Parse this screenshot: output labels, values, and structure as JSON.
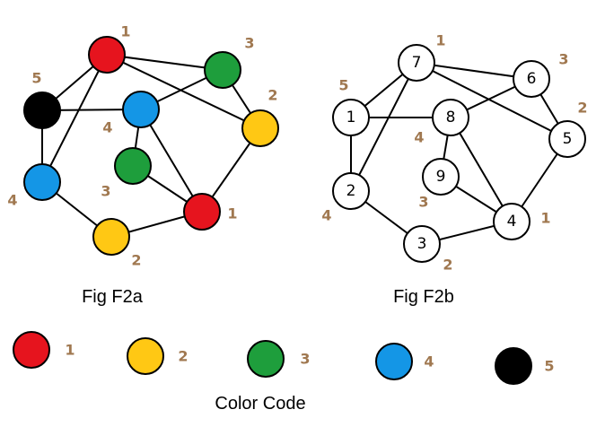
{
  "label_color": "#a07850",
  "palette": {
    "1": "#e6141e",
    "2": "#ffc814",
    "3": "#1e9e3c",
    "4": "#1496e6",
    "5": "#000000"
  },
  "fig_a": {
    "caption": "Fig F2a",
    "nodes": [
      {
        "id": "7",
        "color": "1",
        "label": "1"
      },
      {
        "id": "6",
        "color": "3",
        "label": "3"
      },
      {
        "id": "1",
        "color": "5",
        "label": "5"
      },
      {
        "id": "8",
        "color": "4",
        "label": "4"
      },
      {
        "id": "5",
        "color": "2",
        "label": "2"
      },
      {
        "id": "9",
        "color": "3",
        "label": "3"
      },
      {
        "id": "2",
        "color": "4",
        "label": "4"
      },
      {
        "id": "4",
        "color": "1",
        "label": "1"
      },
      {
        "id": "3",
        "color": "2",
        "label": "2"
      }
    ]
  },
  "fig_b": {
    "caption": "Fig F2b",
    "nodes": [
      {
        "id": "7",
        "label": "1"
      },
      {
        "id": "6",
        "label": "3"
      },
      {
        "id": "1",
        "label": "5"
      },
      {
        "id": "8",
        "label": "4"
      },
      {
        "id": "5",
        "label": "2"
      },
      {
        "id": "9",
        "label": "3"
      },
      {
        "id": "2",
        "label": "4"
      },
      {
        "id": "4",
        "label": "1"
      },
      {
        "id": "3",
        "label": "2"
      }
    ]
  },
  "edges": [
    [
      "1",
      "7"
    ],
    [
      "1",
      "8"
    ],
    [
      "1",
      "2"
    ],
    [
      "7",
      "6"
    ],
    [
      "7",
      "2"
    ],
    [
      "7",
      "5"
    ],
    [
      "6",
      "8"
    ],
    [
      "6",
      "5"
    ],
    [
      "8",
      "9"
    ],
    [
      "8",
      "4"
    ],
    [
      "9",
      "4"
    ],
    [
      "5",
      "4"
    ],
    [
      "2",
      "3"
    ],
    [
      "3",
      "4"
    ]
  ],
  "legend": {
    "title": "Color Code",
    "items": [
      {
        "color": "1",
        "label": "1"
      },
      {
        "color": "2",
        "label": "2"
      },
      {
        "color": "3",
        "label": "3"
      },
      {
        "color": "4",
        "label": "4"
      },
      {
        "color": "5",
        "label": "5"
      }
    ]
  }
}
